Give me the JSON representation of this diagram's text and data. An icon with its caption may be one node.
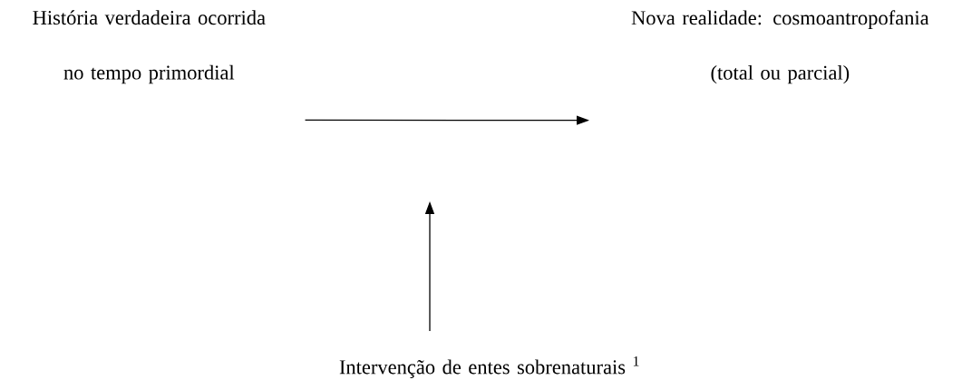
{
  "diagram": {
    "nodes": [
      {
        "text": [
          "História verdadeira ocorrida no tempo primordial"
        ]
      },
      {
        "text": [
          "Nova realidade: cosmoantropofania (total ou parcial)"
        ]
      },
      {
        "text": [
          "Intervenção de entes sobrenaturais $^{1}$"
        ]
      }
    ],
    "edges": [
      {
        "from": 0,
        "to": 1,
        "arrow": "to"
      },
      {
        "from": 2,
        "to": null,
        "arrow": "to"
      }
    ]
  }
}
